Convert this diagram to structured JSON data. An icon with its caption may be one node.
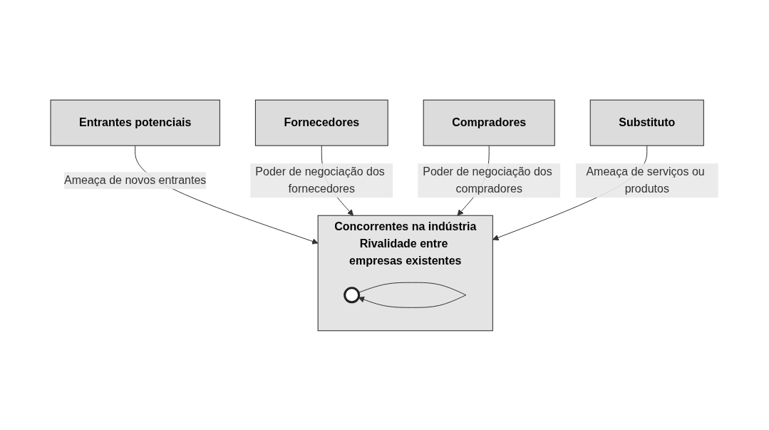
{
  "diagram": {
    "nodes": [
      {
        "text": [
          "Entrantes potenciais"
        ]
      },
      {
        "text": [
          "Concorrentes na indústria",
          "Rivalidade entre empresas existentes"
        ]
      },
      {
        "text": [],
        "shape": "circle",
        "in": 1
      },
      {
        "text": [
          "Fornecedores"
        ]
      },
      {
        "text": [
          "Compradores"
        ]
      },
      {
        "text": [
          "Substituto"
        ]
      }
    ],
    "edges": [
      {
        "from": 2,
        "to": 2,
        "arrow": "to"
      },
      {
        "from": 0,
        "to": 1,
        "arrow": "to",
        "label": "Ameaça de novos entrantes"
      },
      {
        "from": 3,
        "to": 1,
        "arrow": "to",
        "label": "Poder de negociação dos fornecedores"
      },
      {
        "from": 4,
        "to": 1,
        "arrow": "to",
        "label": "Poder de negociação dos compradores"
      },
      {
        "from": 5,
        "to": 1,
        "arrow": "to",
        "label": "Ameaça de serviços ou produtos"
      }
    ]
  }
}
